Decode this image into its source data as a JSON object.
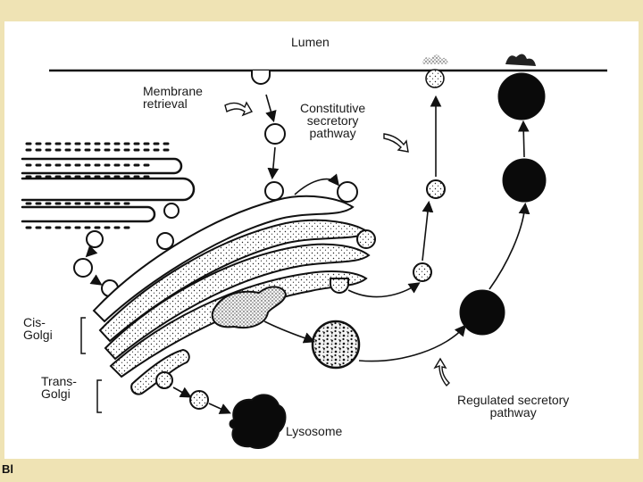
{
  "labels": {
    "lumen": "Lumen",
    "membrane_retrieval": "Membrane\nretrieval",
    "constitutive": "Constitutive\nsecretory\npathway",
    "cis_golgi": "Cis-\nGolgi",
    "trans_golgi": "Trans-\nGolgi",
    "lysosome": "Lysosome",
    "regulated": "Regulated secretory\npathway"
  },
  "corner_mark": "Bl",
  "colors": {
    "frame": "#efe3b4",
    "panel": "#ffffff",
    "ink": "#1a1a1a"
  }
}
